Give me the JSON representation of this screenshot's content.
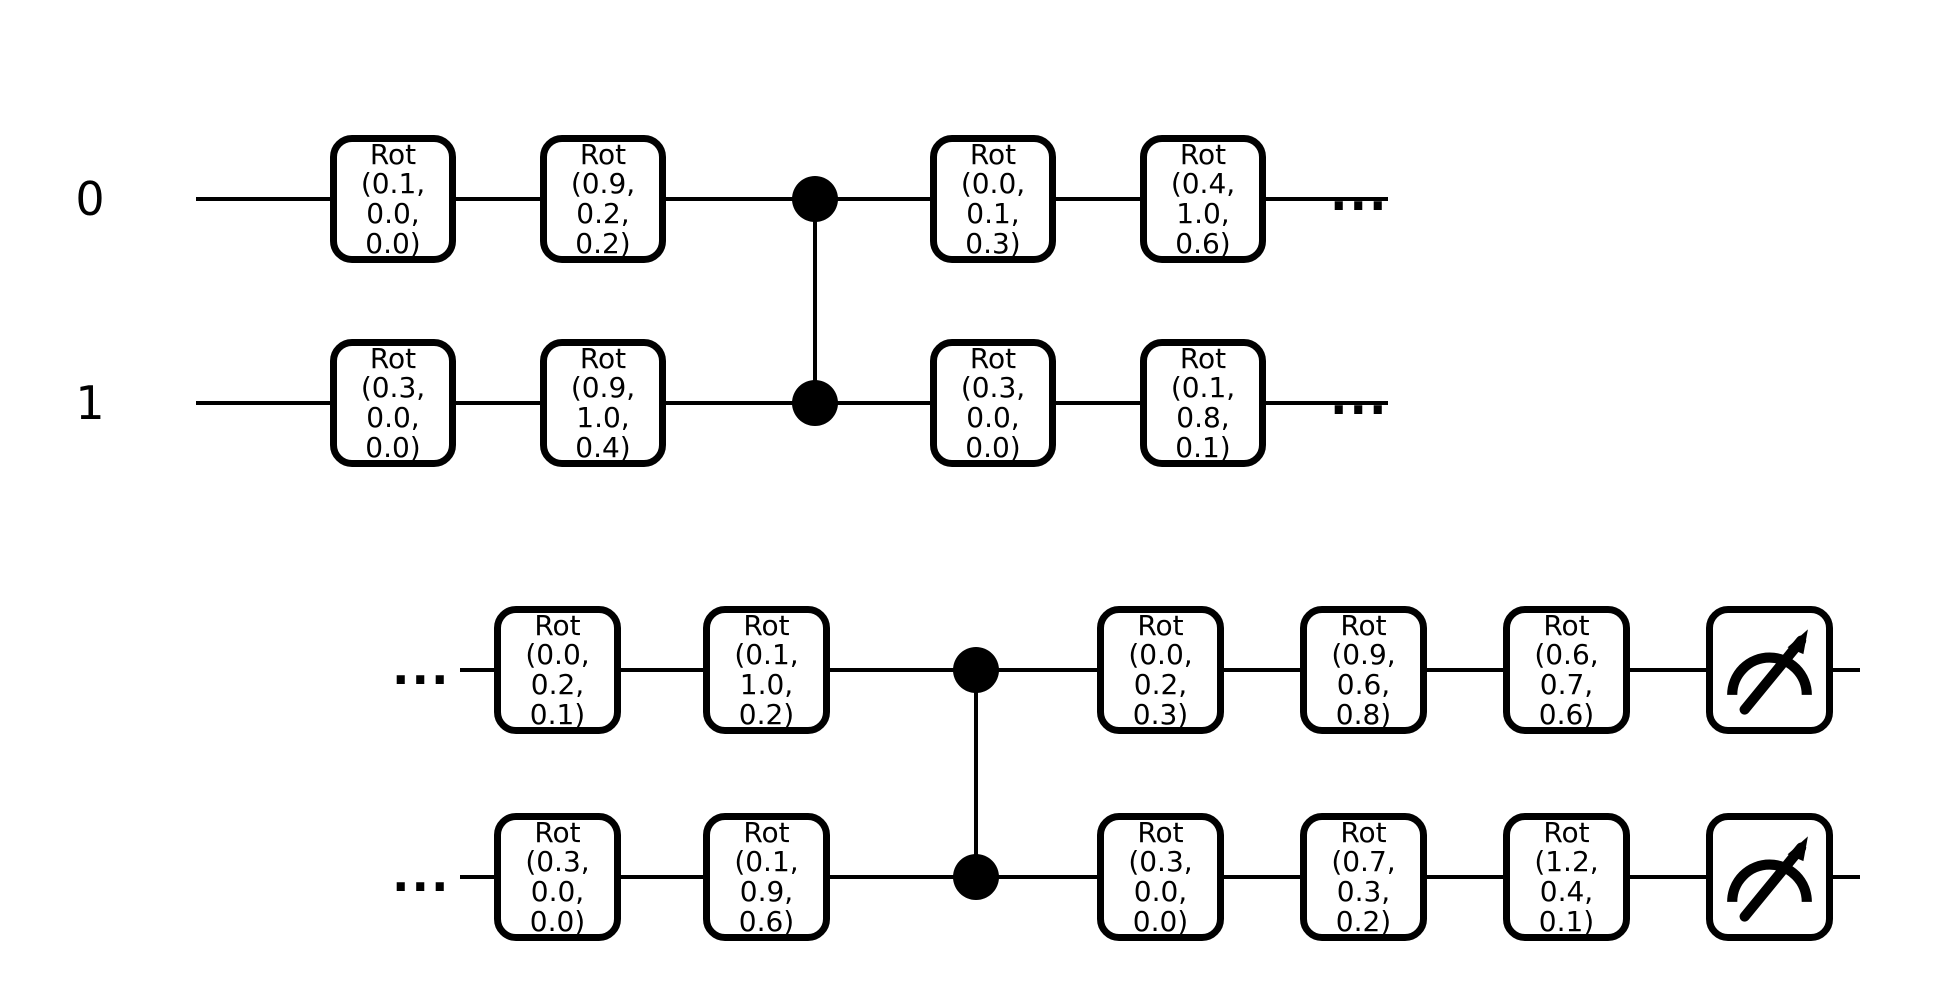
{
  "diagram": {
    "type": "quantum-circuit",
    "title": "",
    "wire_color": "#000000",
    "gate_fill": "#ffffff",
    "gate_border": "#000000",
    "background": "#ffffff",
    "continuation_marker": "..."
  },
  "panels": [
    {
      "id": "panel-top",
      "has_leading_ellipsis": false,
      "has_trailing_ellipsis": true,
      "wires": [
        {
          "label": "0",
          "gates": [
            {
              "kind": "rot",
              "name": "Rot",
              "params": [
                0.1,
                0.0,
                0.0
              ],
              "lines": [
                "Rot",
                "(0.1,",
                "0.0,",
                "0.0)"
              ]
            },
            {
              "kind": "rot",
              "name": "Rot",
              "params": [
                0.9,
                0.2,
                0.2
              ],
              "lines": [
                "Rot",
                "(0.9,",
                "0.2,",
                "0.2)"
              ]
            },
            {
              "kind": "control",
              "name": "CZ control"
            },
            {
              "kind": "rot",
              "name": "Rot",
              "params": [
                0.0,
                0.1,
                0.3
              ],
              "lines": [
                "Rot",
                "(0.0,",
                "0.1,",
                "0.3)"
              ]
            },
            {
              "kind": "rot",
              "name": "Rot",
              "params": [
                0.4,
                1.0,
                0.6
              ],
              "lines": [
                "Rot",
                "(0.4,",
                "1.0,",
                "0.6)"
              ]
            }
          ]
        },
        {
          "label": "1",
          "gates": [
            {
              "kind": "rot",
              "name": "Rot",
              "params": [
                0.3,
                0.0,
                0.0
              ],
              "lines": [
                "Rot",
                "(0.3,",
                "0.0,",
                "0.0)"
              ]
            },
            {
              "kind": "rot",
              "name": "Rot",
              "params": [
                0.9,
                1.0,
                0.4
              ],
              "lines": [
                "Rot",
                "(0.9,",
                "1.0,",
                "0.4)"
              ]
            },
            {
              "kind": "control",
              "name": "CZ control"
            },
            {
              "kind": "rot",
              "name": "Rot",
              "params": [
                0.3,
                0.0,
                0.0
              ],
              "lines": [
                "Rot",
                "(0.3,",
                "0.0,",
                "0.0)"
              ]
            },
            {
              "kind": "rot",
              "name": "Rot",
              "params": [
                0.1,
                0.8,
                0.1
              ],
              "lines": [
                "Rot",
                "(0.1,",
                "0.8,",
                "0.1)"
              ]
            }
          ]
        }
      ]
    },
    {
      "id": "panel-bottom",
      "has_leading_ellipsis": true,
      "has_trailing_ellipsis": false,
      "wires": [
        {
          "label": "",
          "gates": [
            {
              "kind": "rot",
              "name": "Rot",
              "params": [
                0.0,
                0.2,
                0.1
              ],
              "lines": [
                "Rot",
                "(0.0,",
                "0.2,",
                "0.1)"
              ]
            },
            {
              "kind": "rot",
              "name": "Rot",
              "params": [
                0.1,
                1.0,
                0.2
              ],
              "lines": [
                "Rot",
                "(0.1,",
                "1.0,",
                "0.2)"
              ]
            },
            {
              "kind": "control",
              "name": "CZ control"
            },
            {
              "kind": "rot",
              "name": "Rot",
              "params": [
                0.0,
                0.2,
                0.3
              ],
              "lines": [
                "Rot",
                "(0.0,",
                "0.2,",
                "0.3)"
              ]
            },
            {
              "kind": "rot",
              "name": "Rot",
              "params": [
                0.9,
                0.6,
                0.8
              ],
              "lines": [
                "Rot",
                "(0.9,",
                "0.6,",
                "0.8)"
              ]
            },
            {
              "kind": "rot",
              "name": "Rot",
              "params": [
                0.6,
                0.7,
                0.6
              ],
              "lines": [
                "Rot",
                "(0.6,",
                "0.7,",
                "0.6)"
              ]
            },
            {
              "kind": "measure",
              "name": "Measure"
            }
          ]
        },
        {
          "label": "",
          "gates": [
            {
              "kind": "rot",
              "name": "Rot",
              "params": [
                0.3,
                0.0,
                0.0
              ],
              "lines": [
                "Rot",
                "(0.3,",
                "0.0,",
                "0.0)"
              ]
            },
            {
              "kind": "rot",
              "name": "Rot",
              "params": [
                0.1,
                0.9,
                0.6
              ],
              "lines": [
                "Rot",
                "(0.1,",
                "0.9,",
                "0.6)"
              ]
            },
            {
              "kind": "control",
              "name": "CZ control"
            },
            {
              "kind": "rot",
              "name": "Rot",
              "params": [
                0.3,
                0.0,
                0.0
              ],
              "lines": [
                "Rot",
                "(0.3,",
                "0.0,",
                "0.0)"
              ]
            },
            {
              "kind": "rot",
              "name": "Rot",
              "params": [
                0.7,
                0.3,
                0.2
              ],
              "lines": [
                "Rot",
                "(0.7,",
                "0.3,",
                "0.2)"
              ]
            },
            {
              "kind": "rot",
              "name": "Rot",
              "params": [
                1.2,
                0.4,
                0.1
              ],
              "lines": [
                "Rot",
                "(1.2,",
                "0.4,",
                "0.1)"
              ]
            },
            {
              "kind": "measure",
              "name": "Measure"
            }
          ]
        }
      ]
    }
  ],
  "labels": {
    "qubit_0": "0",
    "qubit_1": "1",
    "ellipsis": "..."
  }
}
